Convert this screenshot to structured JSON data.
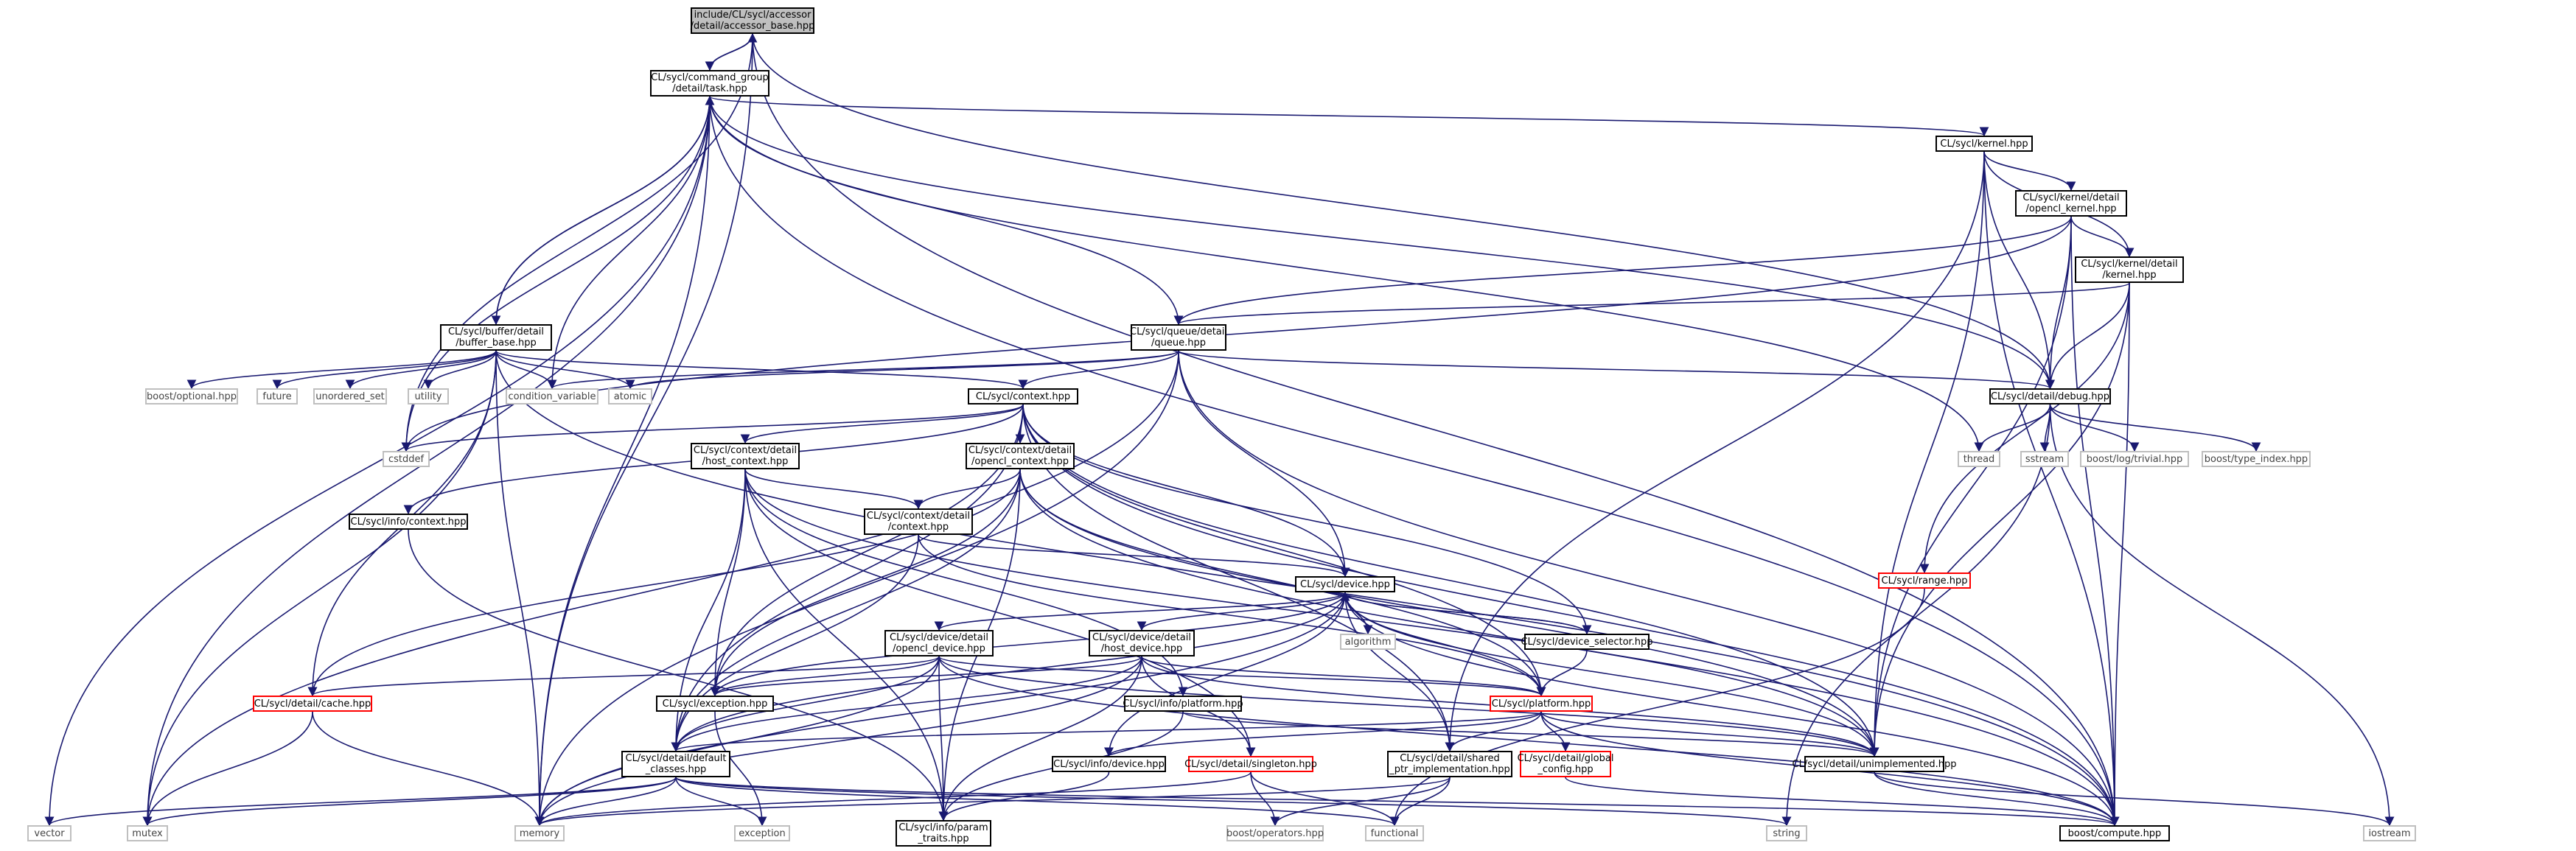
{
  "nodes": {
    "accessor_base": "include/CL/sycl/accessor\n/detail/accessor_base.hpp",
    "task": "CL/sycl/command_group\n/detail/task.hpp",
    "kernel": "CL/sycl/kernel.hpp",
    "opencl_kernel": "CL/sycl/kernel/detail\n/opencl_kernel.hpp",
    "kernel_detail": "CL/sycl/kernel/detail\n/kernel.hpp",
    "buffer_base": "CL/sycl/buffer/detail\n/buffer_base.hpp",
    "queue": "CL/sycl/queue/detail\n/queue.hpp",
    "debug": "CL/sycl/detail/debug.hpp",
    "context": "CL/sycl/context.hpp",
    "host_context": "CL/sycl/context/detail\n/host_context.hpp",
    "opencl_context": "CL/sycl/context/detail\n/opencl_context.hpp",
    "context_detail": "CL/sycl/context/detail\n/context.hpp",
    "info_context": "CL/sycl/info/context.hpp",
    "device": "CL/sycl/device.hpp",
    "device_selector": "CL/sycl/device_selector.hpp",
    "range": "CL/sycl/range.hpp",
    "opencl_device": "CL/sycl/device/detail\n/opencl_device.hpp",
    "host_device": "CL/sycl/device/detail\n/host_device.hpp",
    "cache": "CL/sycl/detail/cache.hpp",
    "exception": "CL/sycl/exception.hpp",
    "info_platform": "CL/sycl/info/platform.hpp",
    "platform": "CL/sycl/platform.hpp",
    "default_classes": "CL/sycl/detail/default\n_classes.hpp",
    "info_device": "CL/sycl/info/device.hpp",
    "singleton": "CL/sycl/detail/singleton.hpp",
    "shared_ptr": "CL/sycl/detail/shared\n_ptr_implementation.hpp",
    "global_config": "CL/sycl/detail/global\n_config.hpp",
    "unimplemented": "CL/sycl/detail/unimplemented.hpp",
    "param_traits": "CL/sycl/info/param\n_traits.hpp",
    "boost_compute": "boost/compute.hpp",
    "boost_optional": "boost/optional.hpp",
    "future": "future",
    "unordered_set": "unordered_set",
    "utility": "utility",
    "condition_variable": "condition_variable",
    "atomic": "atomic",
    "cstddef": "cstddef",
    "thread": "thread",
    "sstream": "sstream",
    "boost_log": "boost/log/trivial.hpp",
    "boost_type_index": "boost/type_index.hpp",
    "algorithm": "algorithm",
    "vector": "vector",
    "mutex": "mutex",
    "memory": "memory",
    "exception_std": "exception",
    "boost_operators": "boost/operators.hpp",
    "functional": "functional",
    "string": "string",
    "iostream": "iostream"
  },
  "colors": {
    "edge": "#191970",
    "border": "#000000",
    "external_border": "#bfbfbf",
    "incomplete_border": "#ff0000",
    "root_fill": "#bfbfbf"
  }
}
